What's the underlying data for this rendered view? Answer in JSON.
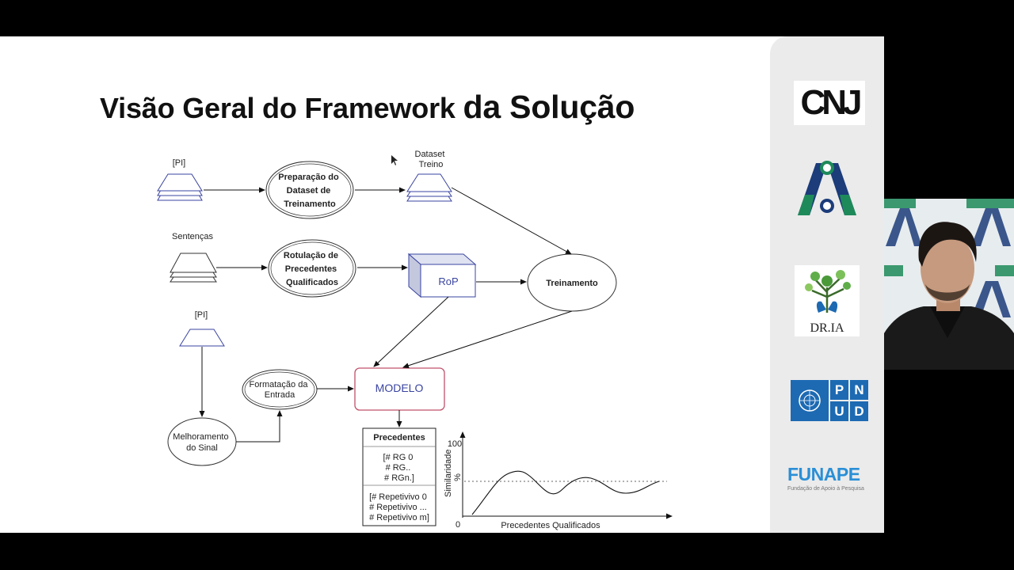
{
  "slide": {
    "title_part1": "Visão Geral do Framework",
    "title_part2": "da Solução"
  },
  "diagram": {
    "input1_label": "[PI]",
    "step1_label": [
      "Preparação do",
      "Dataset de",
      "Treinamento"
    ],
    "dataset_label": [
      "Dataset",
      "Treino"
    ],
    "input2_label": "Sentenças",
    "step2_label": [
      "Rotulação de",
      "Precedentes",
      "Qualificados"
    ],
    "rop_label": "RoP",
    "train_label": "Treinamento",
    "input3_label": "[PI]",
    "signal_label": [
      "Melhoramento",
      "do Sinal"
    ],
    "format_label": [
      "Formatação da",
      "Entrada"
    ],
    "model_label": "MODELO",
    "output": {
      "header": "Precedentes",
      "group1": [
        "[# RG 0",
        "# RG..",
        "# RGn.]"
      ],
      "group2": [
        "[# Repetivivo 0",
        "# Repetivivo ...",
        "# Repetivivo m]"
      ]
    },
    "plot": {
      "y_axis_label": "Similaridade",
      "y_unit": "%",
      "y_max_tick": "100",
      "y_min_tick": "0",
      "x_axis_label": "Precedentes Qualificados"
    }
  },
  "sidebar": {
    "logo1_text": "CNJ",
    "logo3_text": "DR.IA",
    "logo4_text": [
      "P",
      "N",
      "U",
      "D"
    ],
    "logo5_text": "FUNAPE",
    "logo5_sub": "Fundação de Apoio à Pesquisa"
  },
  "colors": {
    "diagram_blue": "#3a44a0",
    "model_border": "#c0506a",
    "logo_green": "#1e8a5a",
    "logo_navy": "#1c3c7a",
    "undp_blue": "#1d6ab3",
    "funape_blue": "#2a8fd6"
  }
}
